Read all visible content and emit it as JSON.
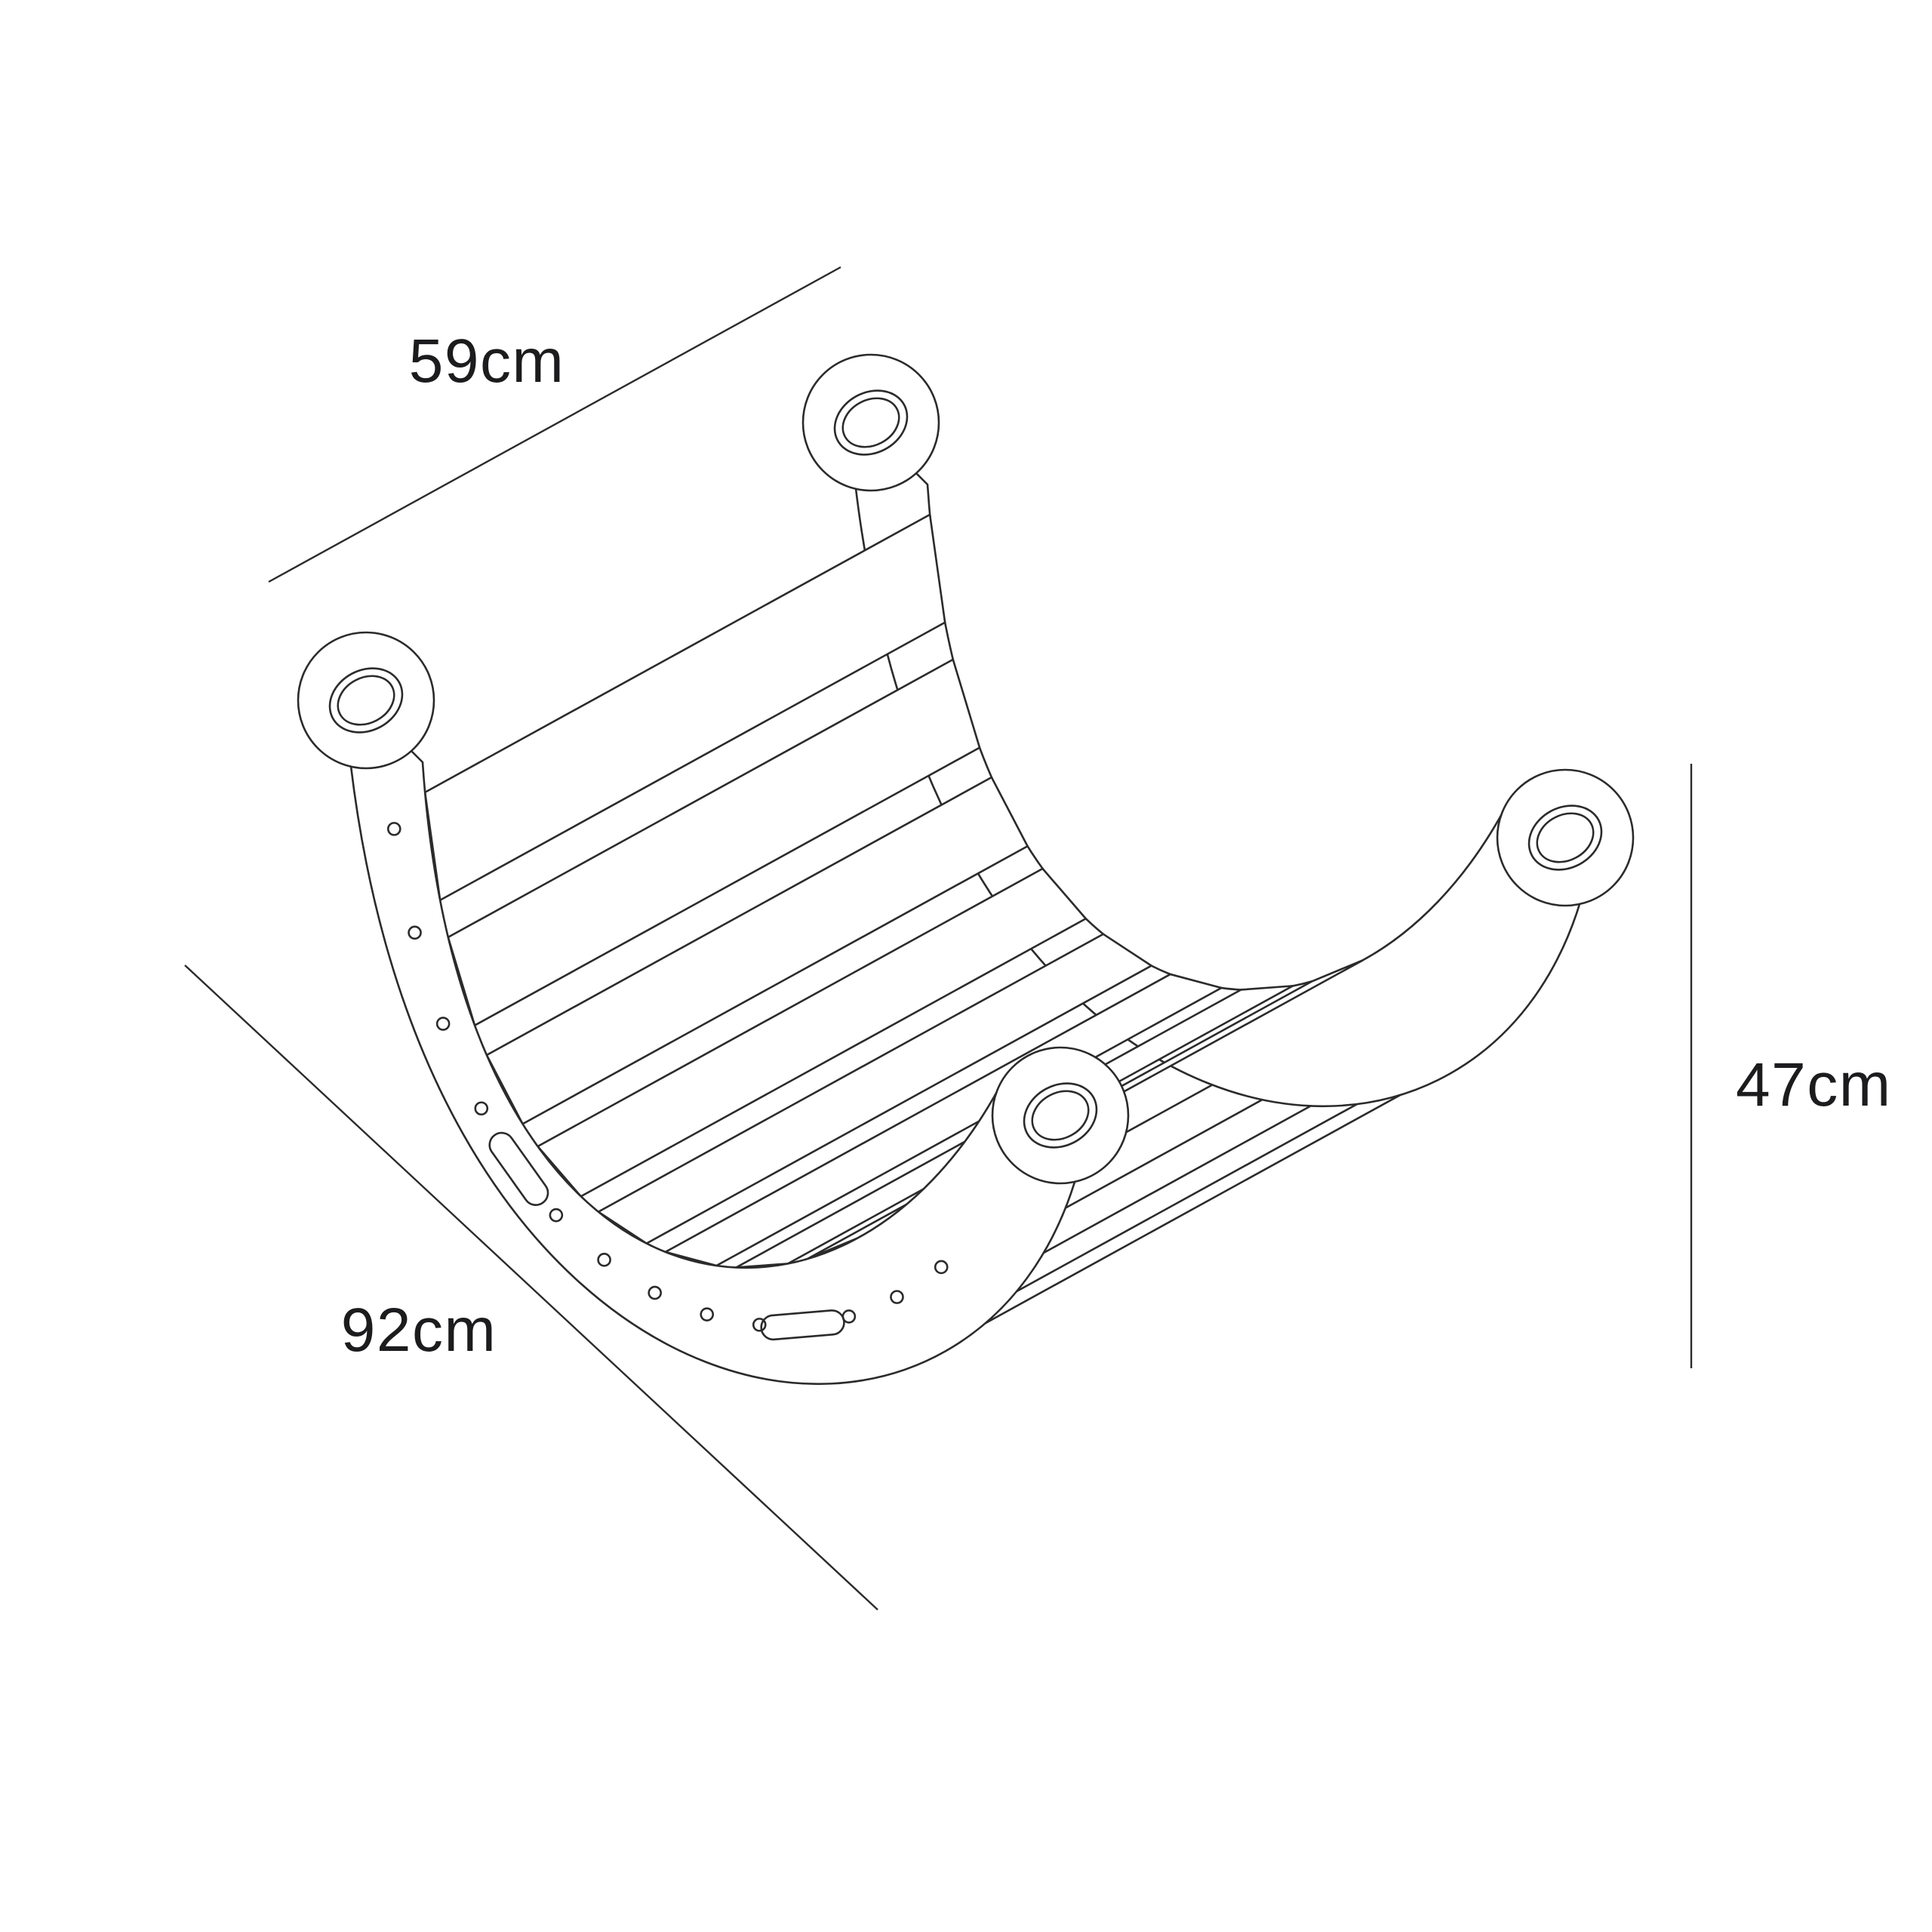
{
  "colors": {
    "background": "#ffffff",
    "line": "#2b2b2b",
    "text": "#1c1c1e"
  },
  "dimensions": {
    "width": {
      "label": "59cm"
    },
    "length": {
      "label": "92cm"
    },
    "height": {
      "label": "47cm"
    }
  }
}
